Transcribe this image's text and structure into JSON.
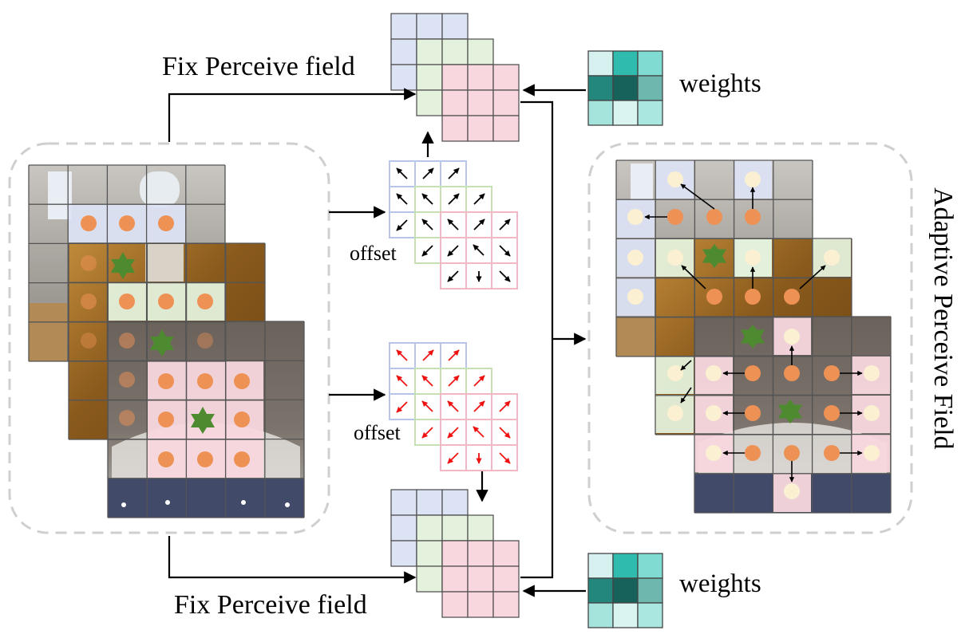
{
  "labels": {
    "fix_top": "Fix Perceive field",
    "fix_bottom": "Fix Perceive field",
    "weights_top": "weights",
    "weights_bottom": "weights",
    "offset_top": "offset",
    "offset_bottom": "offset",
    "adaptive": "Adaptive Perceive Field"
  },
  "colors": {
    "blue_cell": "#dce3f5",
    "green_cell": "#e4f1dc",
    "pink_cell": "#f8d7de",
    "orange_dot": "#ee9155",
    "star": "#4e8a2f",
    "cream_dot": "#fbf0d2",
    "red_arrow": "#ee1111",
    "panel_dash": "#cfcfcf"
  },
  "weights": [
    [
      "#d6f1ef",
      "#2fbcae",
      "#80dcd3"
    ],
    [
      "#23877d",
      "#17625a",
      "#6db7af"
    ],
    [
      "#a5e4dd",
      "#d9f4f1",
      "#a9e7e0"
    ]
  ]
}
